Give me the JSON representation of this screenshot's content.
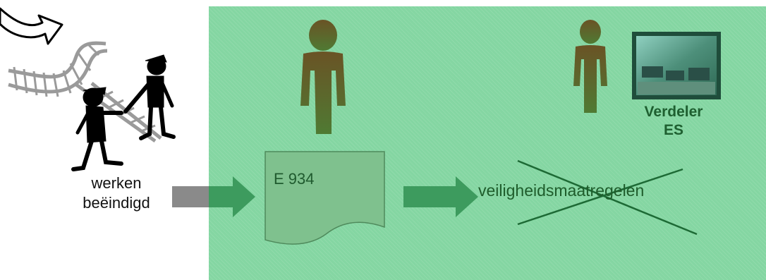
{
  "caption": {
    "line1": "werken",
    "line2": "beëindigd"
  },
  "document": {
    "label": "E 934"
  },
  "measures": {
    "label": "veiligheidsmaatregelen",
    "crossed_out": true
  },
  "operator": {
    "line1": "Verdeler",
    "line2": "ES"
  },
  "icons": {
    "curved_arrow": "curved-arrow-icon",
    "railway": "railway-track-icon",
    "handshake": "handshake-figures-icon",
    "person": "person-icon",
    "control_room": "control-room-photo"
  },
  "colors": {
    "panel": "#84d6a2",
    "arrow_gray": "#8a8a8a",
    "arrow_green": "#3d9b5e",
    "person_body": "#6b5a2a",
    "document_fill": "#7fc18e",
    "cross_line": "#1d6a35",
    "verdeler_text": "#1e5f30"
  }
}
